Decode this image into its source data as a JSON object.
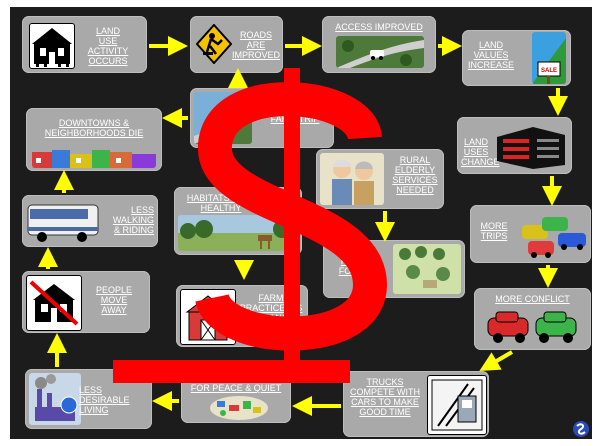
{
  "steps": {
    "land_use": "LAND USE ACTIVITY OCCURS",
    "roads_improved": "ROADS ARE IMPROVED",
    "access_improved": "ACCESS IMPROVED",
    "land_values": "LAND VALUES INCREASE",
    "land_uses_change": "LAND USES CHANGE",
    "more_trips": "MORE TRIPS",
    "more_conflict": "MORE CONFLICT",
    "trucks_compete": "TRUCKS COMPETE WITH CARS TO MAKE GOOD TIME",
    "peace_quiet": "FOR PEACE & QUIET",
    "less_desirable": "LESS DESIRABLE LIVING",
    "people_move": "PEOPLE MOVE AWAY",
    "less_walking": "LESS WALKING & RIDING",
    "downtowns": "DOWNTOWNS & NEIGHBORHOODS DIE",
    "drive_more": "DRIVE MORE, FAR & TRIP",
    "rural_elderly": "RURAL ELDERLY SERVICES NEEDED",
    "habitats": "HABITATS LESS HEALTHY",
    "forests": "FEWER FOREST",
    "farms": "FARM PRACTICES IS NUISANCE"
  },
  "sign_text": "SALE",
  "colors": {
    "background": "#1c1c1c",
    "box": "#a9a9a9",
    "arrow": "#ffff00",
    "dollar": "#ff0000",
    "text": "#ffffff"
  },
  "icons": [
    "house-icon",
    "road-worker-sign-icon",
    "car-road-icon",
    "for-sale-sign-icon",
    "buildings-icon",
    "traffic-cars-icon",
    "car-crash-icon",
    "truck-icon",
    "city-map-icon",
    "factory-icon",
    "crossed-house-icon",
    "bus-icon",
    "storefronts-icon",
    "highway-icon",
    "elderly-couple-icon",
    "deer-habitat-icon",
    "forest-map-icon",
    "barn-icon",
    "dollar-sign",
    "corner-logo-icon"
  ]
}
